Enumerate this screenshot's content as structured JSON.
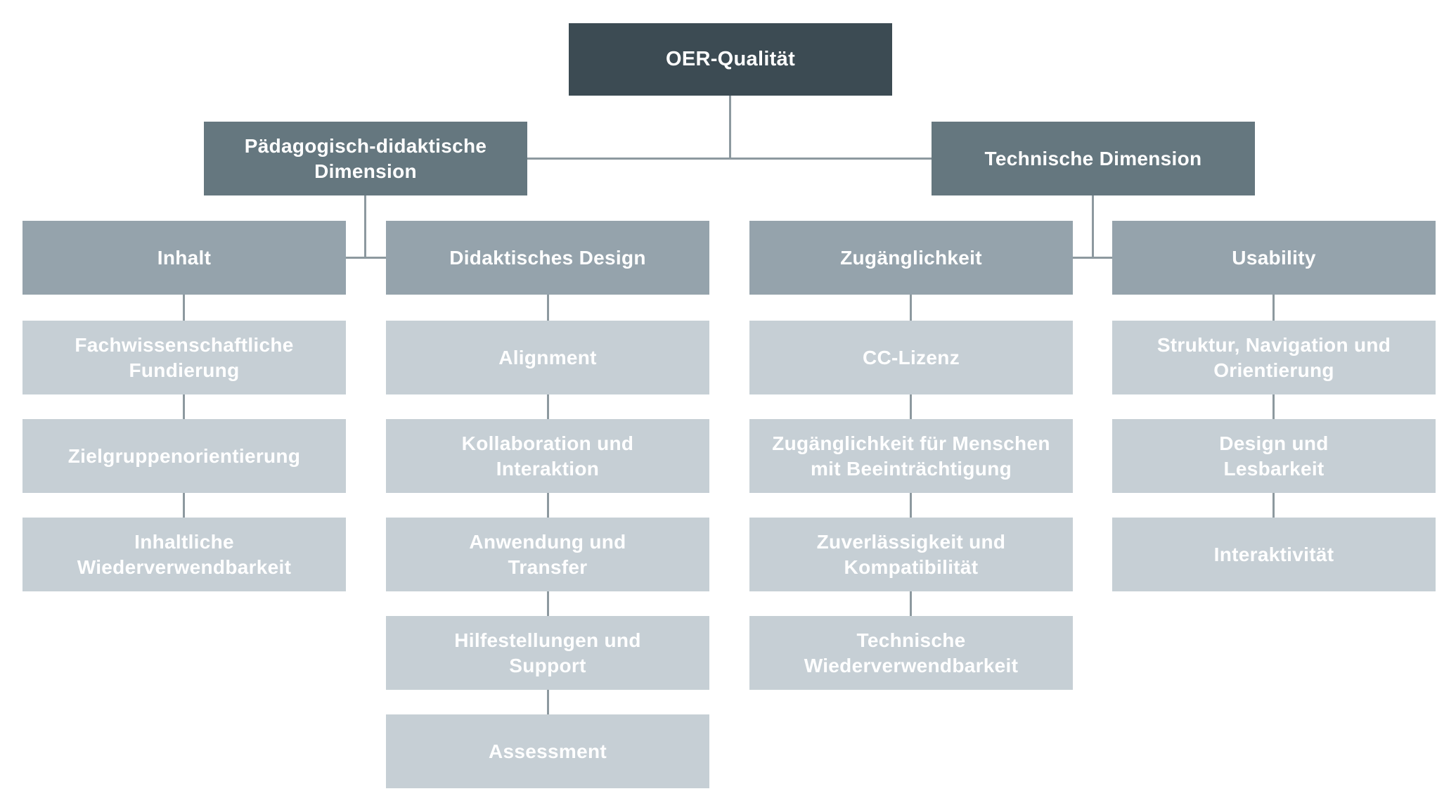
{
  "root": {
    "label": "OER-Qualität"
  },
  "dimensions": {
    "paedagogisch": {
      "label": "Pädagogisch-didaktische\nDimension"
    },
    "technisch": {
      "label": "Technische Dimension"
    }
  },
  "columns": {
    "inhalt": {
      "header": "Inhalt",
      "items": [
        "Fachwissenschaftliche\nFundierung",
        "Zielgruppenorientierung",
        "Inhaltliche\nWiederverwendbarkeit"
      ]
    },
    "didaktisches_design": {
      "header": "Didaktisches Design",
      "items": [
        "Alignment",
        "Kollaboration und\nInteraktion",
        "Anwendung und\nTransfer",
        "Hilfestellungen und\nSupport",
        "Assessment"
      ]
    },
    "zugaenglichkeit": {
      "header": "Zugänglichkeit",
      "items": [
        "CC-Lizenz",
        "Zugänglichkeit für Menschen\nmit Beeinträchtigung",
        "Zuverlässigkeit und\nKompatibilität",
        "Technische\nWiederverwendbarkeit"
      ]
    },
    "usability": {
      "header": "Usability",
      "items": [
        "Struktur, Navigation und\nOrientierung",
        "Design und\nLesbarkeit",
        "Interaktivität"
      ]
    }
  },
  "colors": {
    "root_bg": "#3c4b53",
    "dimension_bg": "#65777f",
    "header_bg": "#95a3ac",
    "item_bg": "#c6cfd5",
    "line": "#8d999f",
    "text": "#ffffff"
  }
}
